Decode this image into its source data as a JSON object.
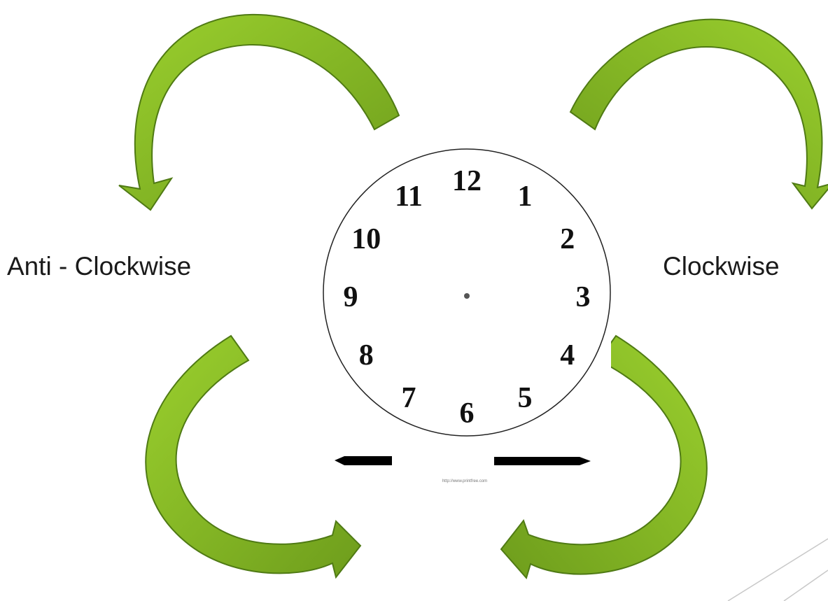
{
  "labels": {
    "anticlockwise": "Anti - Clockwise",
    "clockwise": "Clockwise"
  },
  "clock": {
    "numerals": [
      "12",
      "1",
      "2",
      "3",
      "4",
      "5",
      "6",
      "7",
      "8",
      "9",
      "10",
      "11"
    ],
    "credit": "http://www.printfree.com"
  },
  "colors": {
    "arrow_light": "#8dc02a",
    "arrow_dark": "#5f8a1a",
    "arrow_outline": "#4f7a14",
    "clock_ink": "#111111",
    "hand": "#000000"
  },
  "icons": [
    "curved-arrow-icon",
    "clock-face-icon",
    "hour-hand-icon",
    "minute-hand-icon"
  ]
}
